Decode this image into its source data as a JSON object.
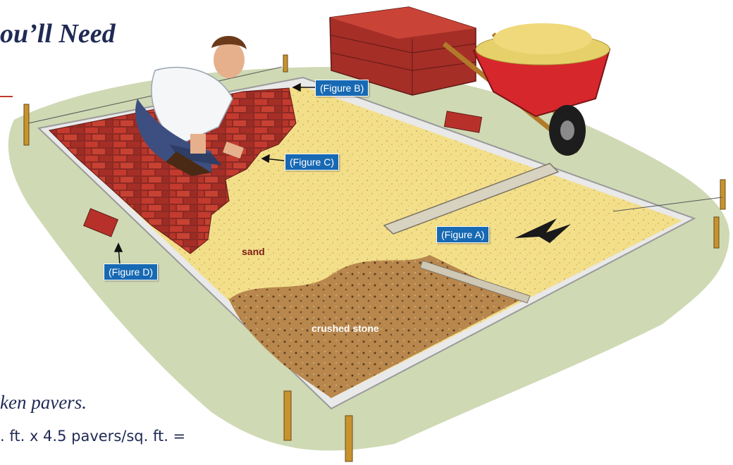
{
  "page": {
    "heading_fragment": "ou’ll Need",
    "subtext_fragment": "ken pavers.",
    "body_fragment": ". ft. x 4.5 pavers/sq. ft. ="
  },
  "callouts": {
    "figure_a": "(Figure A)",
    "figure_b": "(Figure B)",
    "figure_c": "(Figure C)",
    "figure_d": "(Figure D)"
  },
  "layers": {
    "sand": "sand",
    "crushed_stone": "crushed stone"
  },
  "colors": {
    "callout_bg": "#1769b3",
    "heading_text": "#1f2a55",
    "sand_label": "#7a1e14",
    "stone_label": "#ffffff",
    "accent_rule": "#c0392b",
    "brick_red": "#b7312a",
    "sand_fill": "#f4e08a",
    "stone_fill": "#b98a4f",
    "grass": "#cfd9b4"
  },
  "icons": [
    "stacked-bricks-icon",
    "wheelbarrow-icon",
    "worker-illustration",
    "screed-board-icon",
    "stake-icon"
  ]
}
